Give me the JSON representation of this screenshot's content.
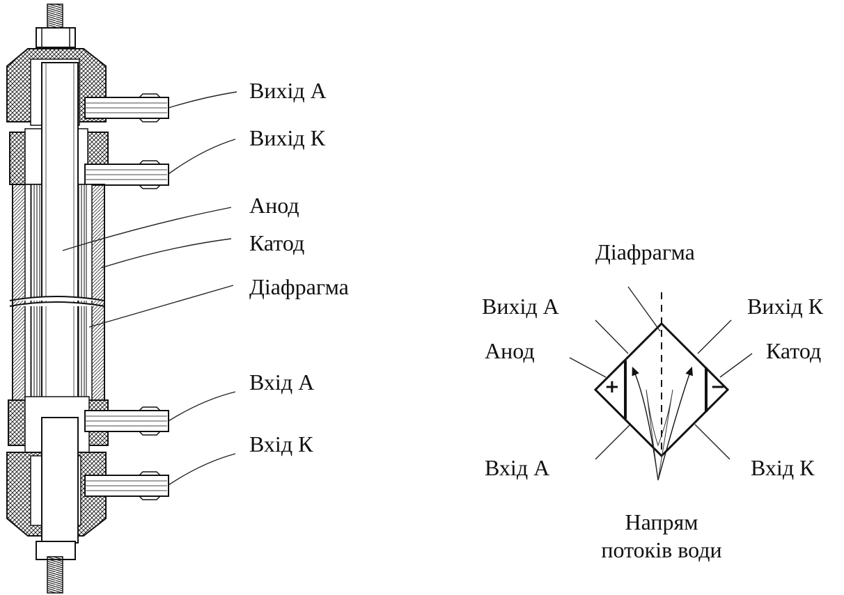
{
  "left_diagram": {
    "labels": {
      "outlet_a": "Вихід А",
      "outlet_k": "Вихід К",
      "anode": "Анод",
      "cathode": "Катод",
      "diaphragm": "Діафрагма",
      "inlet_a": "Вхід А",
      "inlet_k": "Вхід К"
    }
  },
  "right_diagram": {
    "labels": {
      "diaphragm": "Діафрагма",
      "outlet_a": "Вихід А",
      "outlet_k": "Вихід К",
      "anode": "Анод",
      "cathode": "Катод",
      "inlet_a": "Вхід А",
      "inlet_k": "Вхід К",
      "flow_direction_line1": "Напрям",
      "flow_direction_line2": "потоків води"
    },
    "symbols": {
      "plus": "+",
      "minus": "−"
    }
  }
}
